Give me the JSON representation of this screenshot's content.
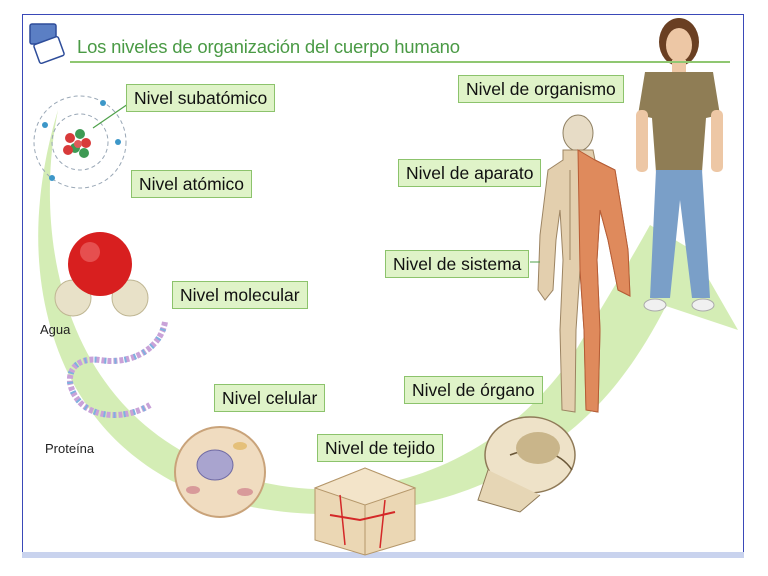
{
  "title": "Los niveles de organización del cuerpo humano",
  "levels": [
    {
      "label": "Nivel subatómico"
    },
    {
      "label": "Nivel atómico"
    },
    {
      "label": "Nivel molecular"
    },
    {
      "label": "Nivel celular"
    },
    {
      "label": "Nivel de tejido"
    },
    {
      "label": "Nivel de órgano"
    },
    {
      "label": "Nivel de sistema"
    },
    {
      "label": "Nivel de aparato"
    },
    {
      "label": "Nivel de organismo"
    }
  ],
  "captions": {
    "water": "Agua",
    "protein": "Proteína"
  },
  "colors": {
    "title": "#4a9a45",
    "arrow": "#cdeaa8",
    "label_bg": "#dff3c8",
    "border": "#3a49b8"
  },
  "icons": {
    "corner": "stacked-pages-icon"
  }
}
